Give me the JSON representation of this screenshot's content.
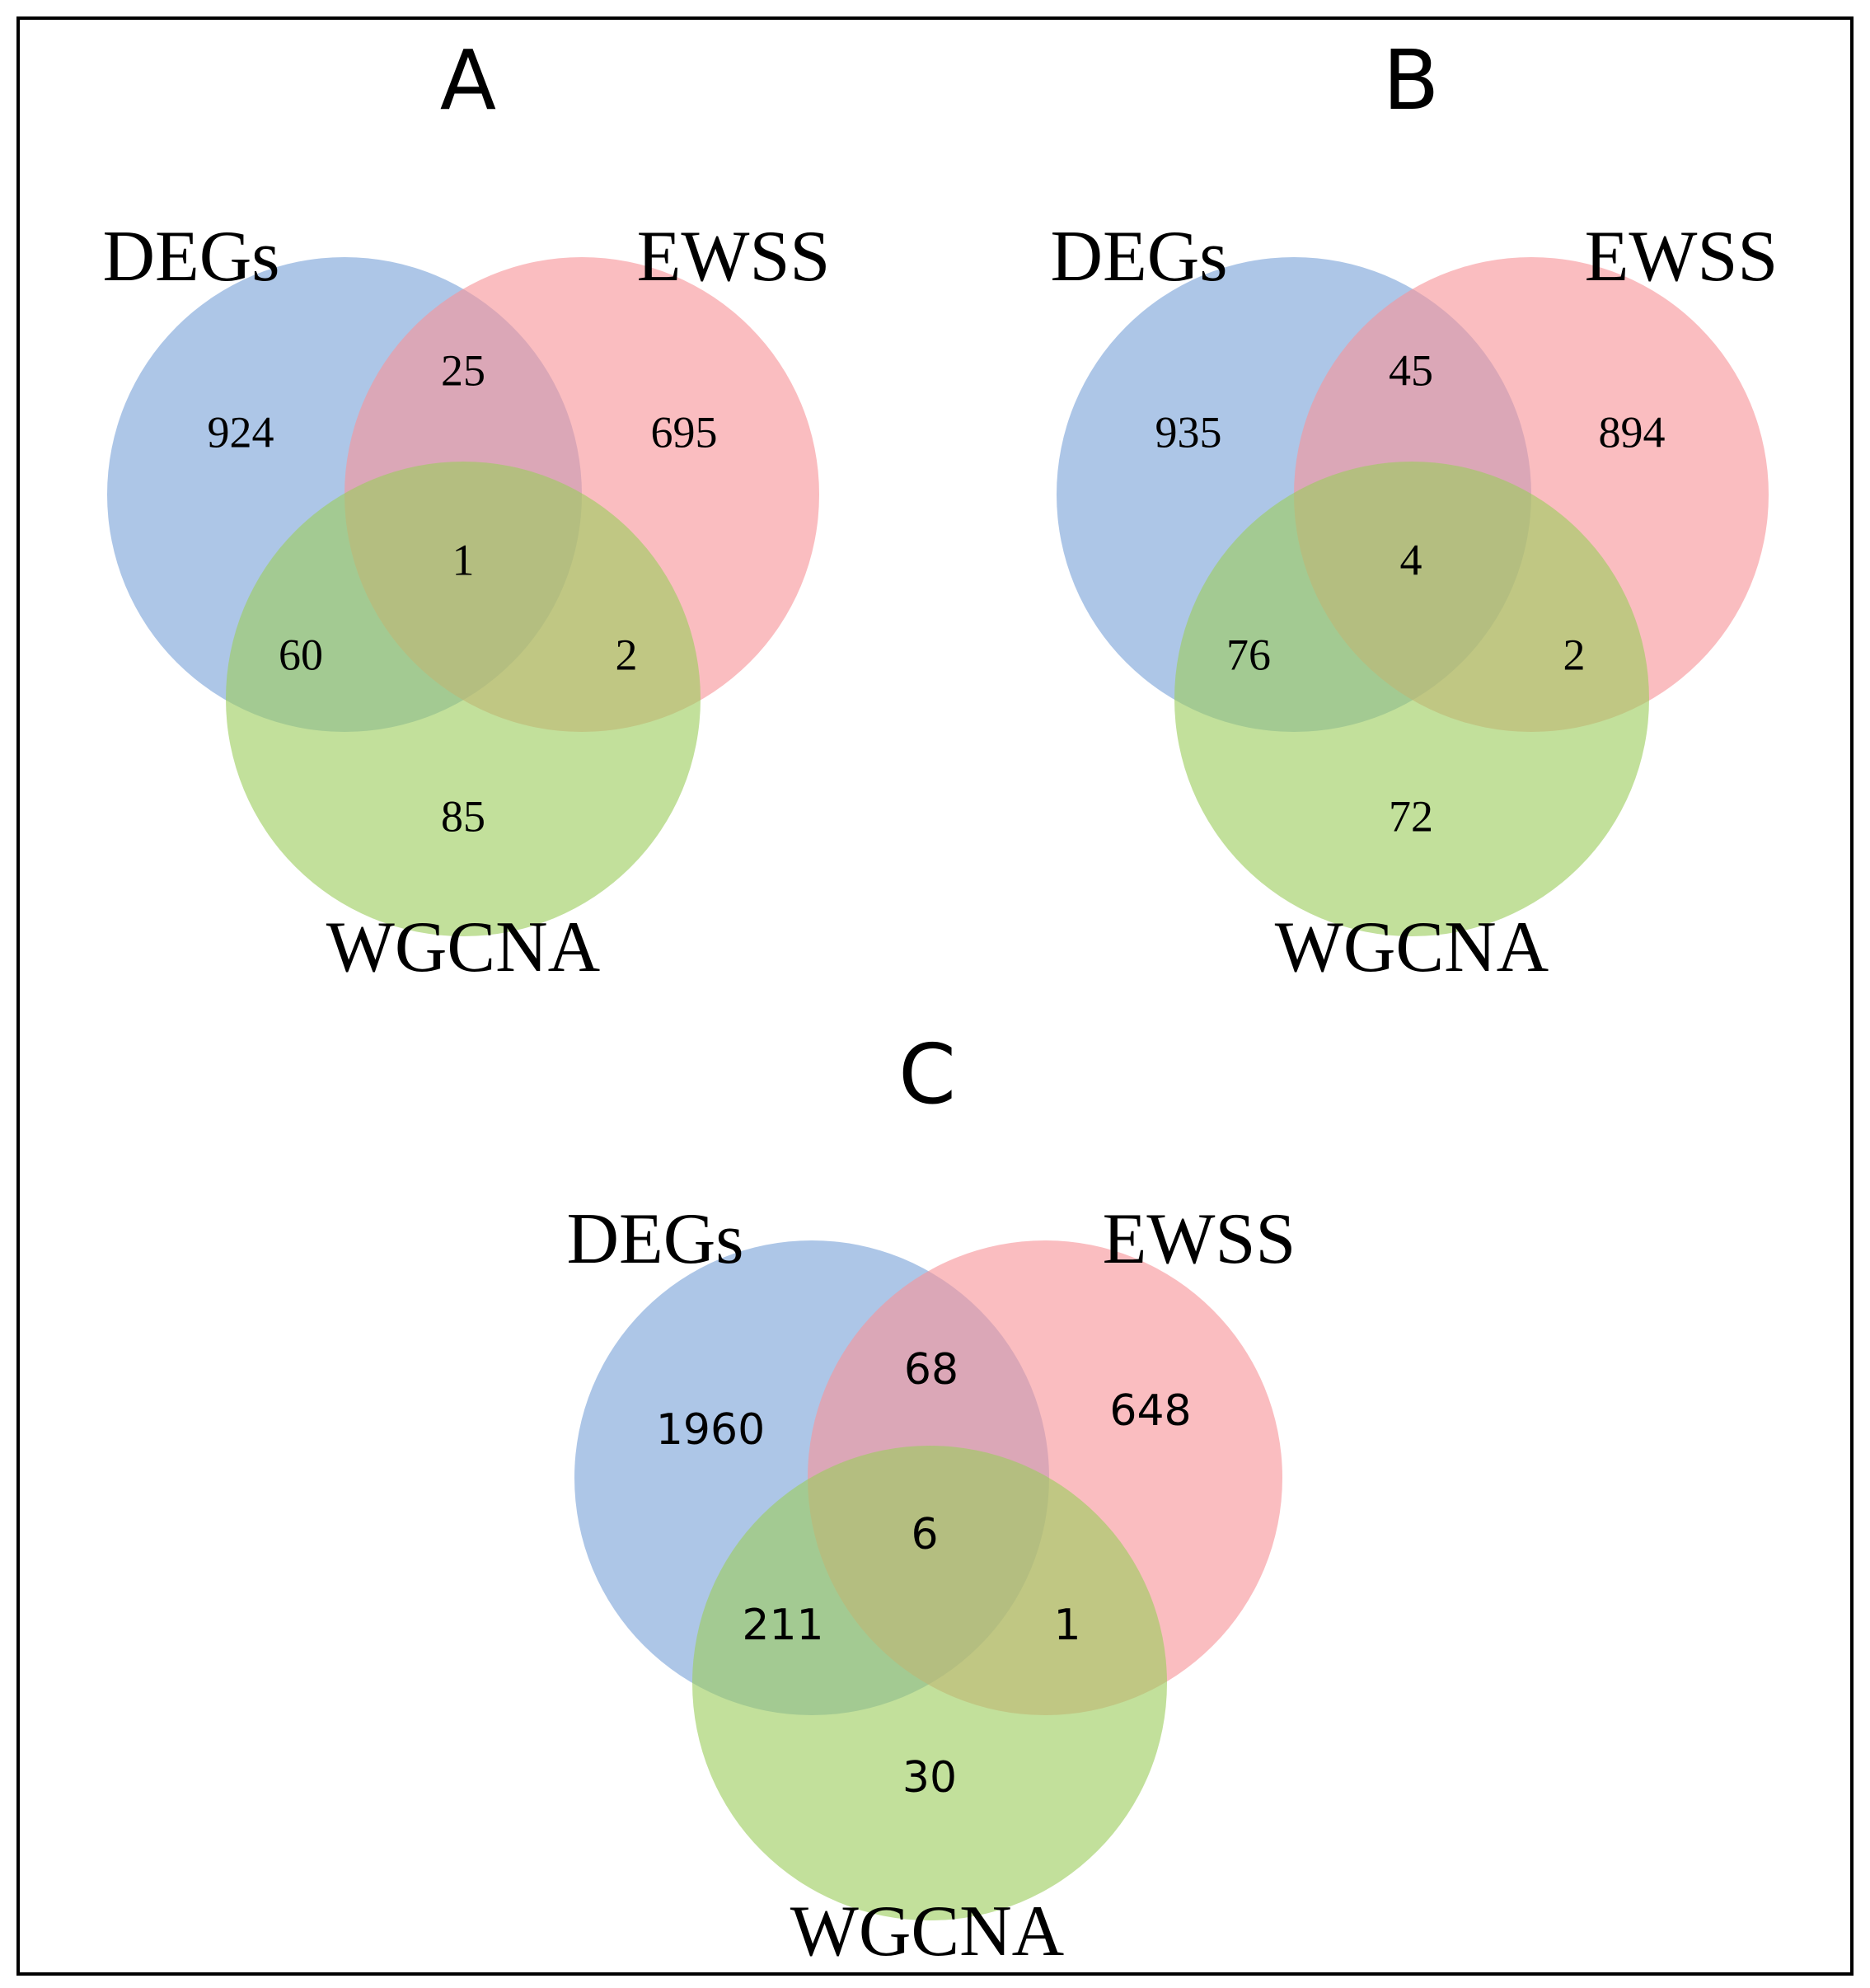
{
  "colors": {
    "set_a": "#7ba3d9",
    "set_b": "#f7949a",
    "set_c": "#9ccd5e",
    "frame": "#000000"
  },
  "panels": [
    {
      "letter": "A",
      "sets": {
        "a": "DEGs",
        "b": "EWSS",
        "c": "WGCNA"
      },
      "counts": {
        "a_only": "924",
        "b_only": "695",
        "c_only": "85",
        "ab": "25",
        "ac": "60",
        "bc": "2",
        "abc": "1"
      }
    },
    {
      "letter": "B",
      "sets": {
        "a": "DEGs",
        "b": "EWSS",
        "c": "WGCNA"
      },
      "counts": {
        "a_only": "935",
        "b_only": "894",
        "c_only": "72",
        "ab": "45",
        "ac": "76",
        "bc": "2",
        "abc": "4"
      }
    },
    {
      "letter": "C",
      "sets": {
        "a": "DEGs",
        "b": "EWSS",
        "c": "WGCNA"
      },
      "counts": {
        "a_only": "1960",
        "b_only": "648",
        "c_only": "30",
        "ab": "68",
        "ac": "211",
        "bc": "1",
        "abc": "6"
      }
    }
  ]
}
